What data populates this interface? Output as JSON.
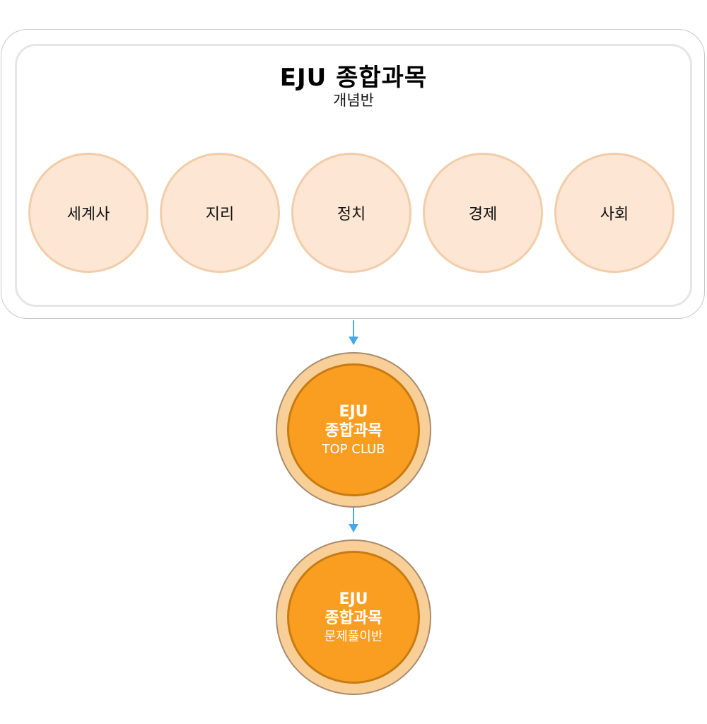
{
  "concept_section": {
    "title": "EJU 종합과목",
    "subtitle": "개념반",
    "subjects": [
      "세계사",
      "지리",
      "정치",
      "경제",
      "사회"
    ]
  },
  "courses": [
    {
      "line1": "EJU",
      "line2": "종합과목",
      "line3": "TOP CLUB"
    },
    {
      "line1": "EJU",
      "line2": "종합과목",
      "line3": "문제풀이반"
    }
  ],
  "colors": {
    "subject_fill": "#fde6d4",
    "subject_border": "#f2cda9",
    "course_outer": "#f9cf98",
    "course_inner": "#f99e20",
    "arrow": "#47a8e8"
  }
}
